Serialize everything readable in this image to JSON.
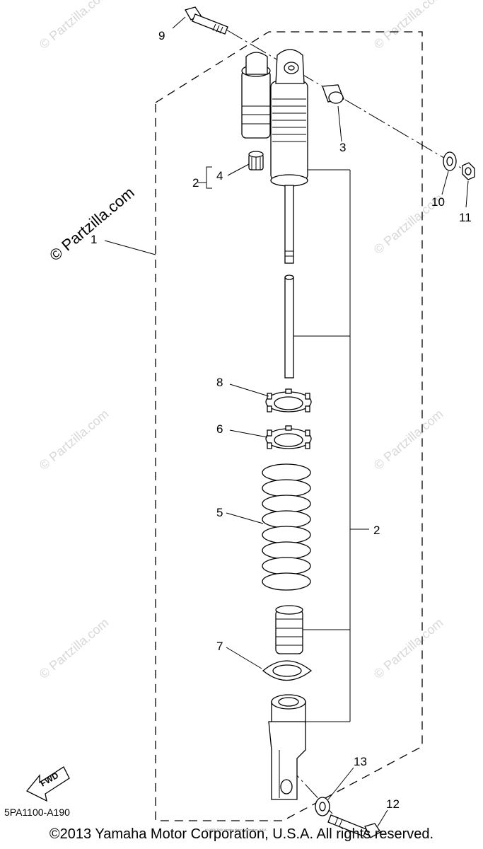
{
  "watermark": {
    "main": "© Partzilla.com",
    "repeat": "© Partzilla.com"
  },
  "callouts": {
    "c1": "1",
    "c2a": "2",
    "c2b": "2",
    "c3": "3",
    "c4": "4",
    "c5": "5",
    "c6": "6",
    "c7": "7",
    "c8": "8",
    "c9": "9",
    "c10": "10",
    "c11": "11",
    "c12": "12",
    "c13": "13"
  },
  "fwd_label": "FWD",
  "diagram_code": "5PA1100-A190",
  "tiny_notice": "(c) 2005-2016 Yamaha Motor Corporation, U.S.A.",
  "copyright": "©2013 Yamaha Motor Corporation, U.S.A. All rights reserved."
}
